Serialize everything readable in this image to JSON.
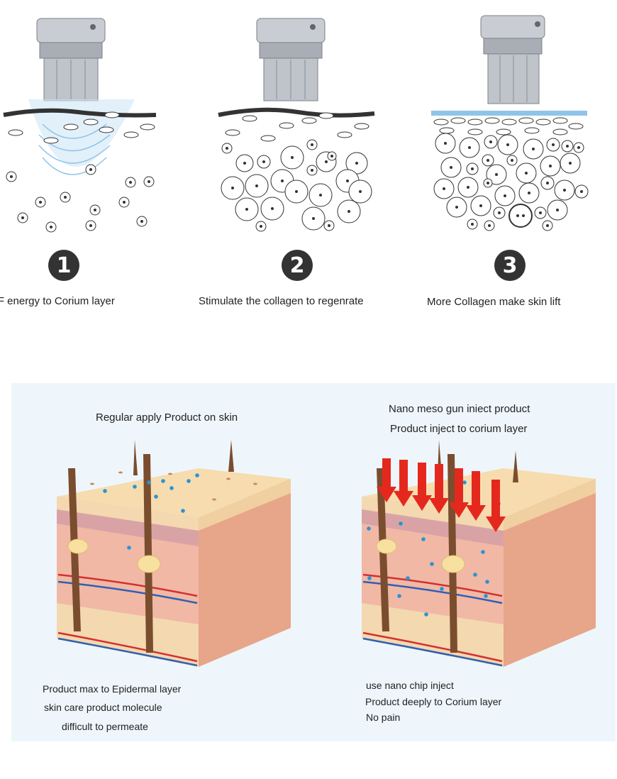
{
  "steps": [
    {
      "number": "1",
      "caption": "RF energy to Corium layer"
    },
    {
      "number": "2",
      "caption": "Stimulate the collagen to regenrate"
    },
    {
      "number": "3",
      "caption": "More Collagen make skin lift"
    }
  ],
  "comparison": {
    "left": {
      "title": "Regular apply Product on skin",
      "notes": [
        "Product max to Epidermal layer",
        "skin care product molecule",
        "difficult to permeate"
      ]
    },
    "right": {
      "title_lines": [
        "Nano meso gun iniect product",
        "Product inject to corium layer"
      ],
      "notes": [
        "use nano chip inject",
        "Product deeply to Corium layer",
        "No pain"
      ]
    }
  },
  "colors": {
    "device_metal": "#b8bcc4",
    "rf_wave": "#8fc3ea",
    "skin_top": "#f6dcae",
    "dermis": "#f1b8a5",
    "side_face": "#e7a58a",
    "arrow_red": "#e5281e",
    "product_dot": "#2a93d5",
    "panel_bg": "#eef6fb"
  }
}
